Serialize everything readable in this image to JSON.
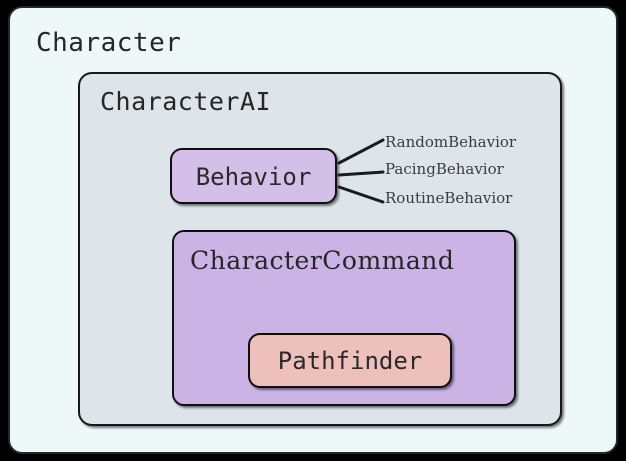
{
  "diagram": {
    "outer": {
      "title": "Character",
      "fill": "#eef8f8"
    },
    "level2": {
      "title": "CharacterAI",
      "fill": "#dde5ea"
    },
    "nodes": {
      "behavior": {
        "label": "Behavior",
        "fill": "#d3bfe8"
      },
      "character_command": {
        "label": "CharacterCommand",
        "fill": "#ccb3e6"
      },
      "pathfinder": {
        "label": "Pathfinder",
        "fill": "#eec0bc"
      }
    },
    "behavior_subclasses": [
      {
        "label": "RandomBehavior"
      },
      {
        "label": "PacingBehavior"
      },
      {
        "label": "RoutineBehavior"
      }
    ],
    "colors": {
      "background": "#000000",
      "stroke": "#101010",
      "text": "#2a2a2a"
    }
  }
}
